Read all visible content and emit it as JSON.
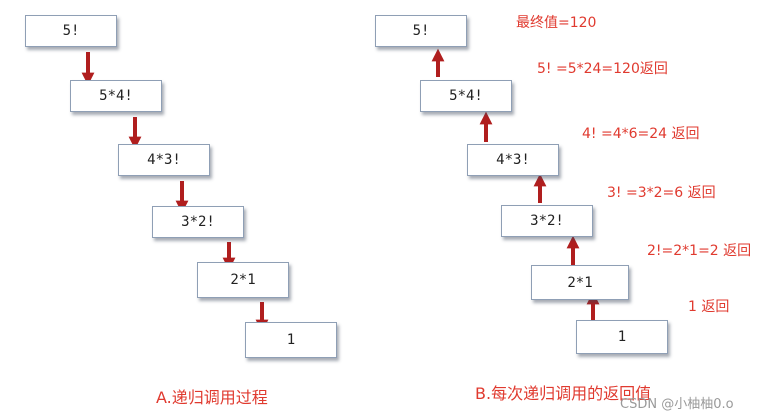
{
  "left": {
    "caption": "A.递归调用过程",
    "boxes": [
      "5!",
      "5*4!",
      "4*3!",
      "3*2!",
      "2*1",
      "1"
    ]
  },
  "right": {
    "caption": "B.每次递归调用的返回值",
    "boxes": [
      "5!",
      "5*4!",
      "4*3!",
      "3*2!",
      "2*1",
      "1"
    ],
    "notes": [
      "最终值=120",
      "5! =5*24=120返回",
      "4! =4*6=24 返回",
      "3! =3*2=6 返回",
      "2!=2*1=2 返回",
      "1 返回"
    ]
  },
  "watermark": "CSDN @小柚柚0.o",
  "colors": {
    "arrow": "#b01e1e",
    "text_red": "#e03a2f"
  }
}
